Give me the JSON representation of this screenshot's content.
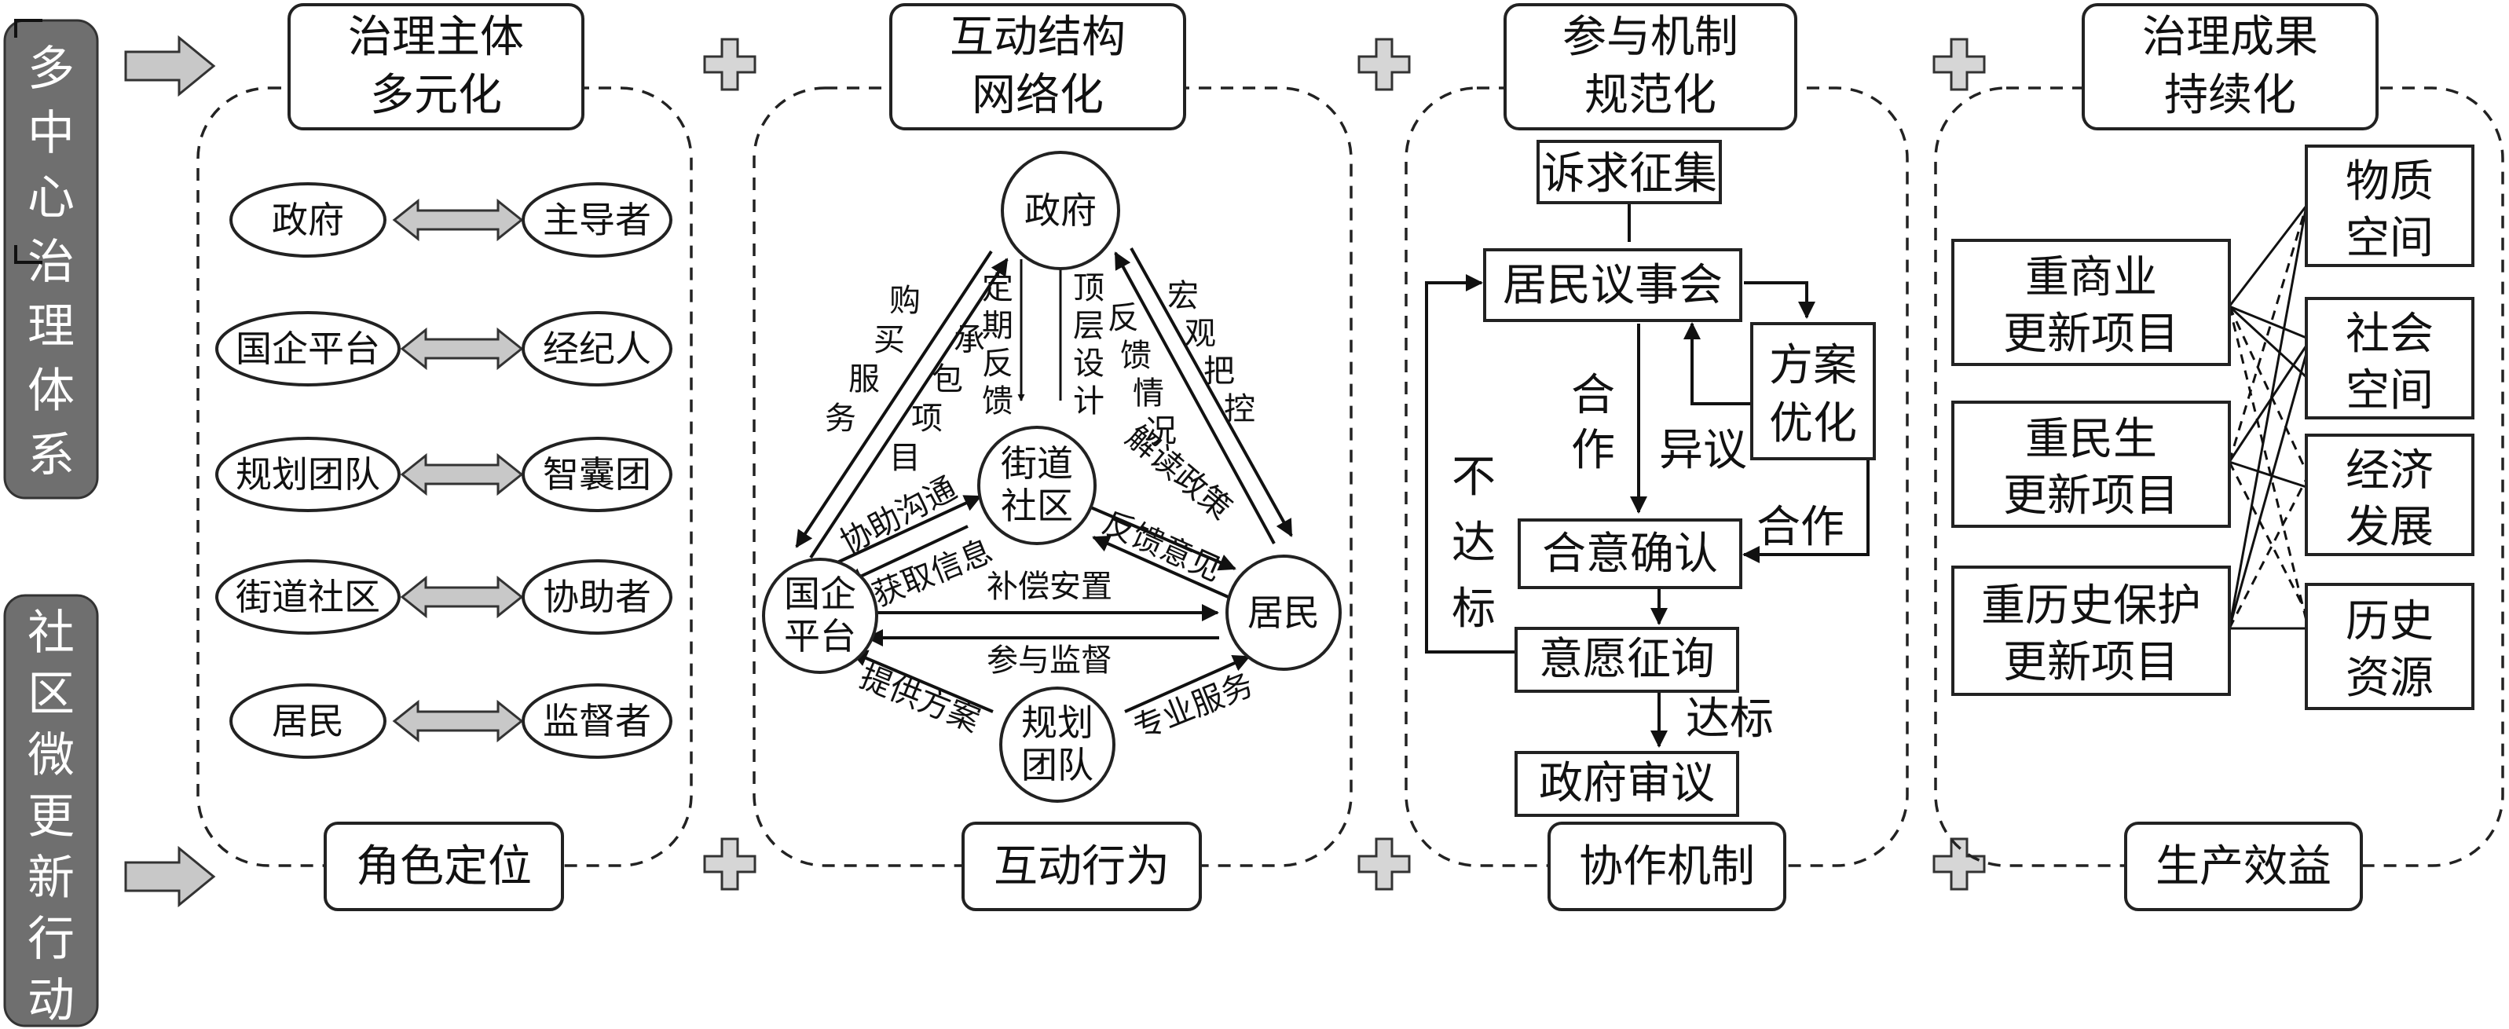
{
  "side_labels": {
    "top_chars": [
      "多",
      "中",
      "心",
      "治",
      "理",
      "体",
      "系"
    ],
    "bottom_chars": [
      "社",
      "区",
      "微",
      "更",
      "新",
      "行",
      "动"
    ]
  },
  "panel1": {
    "title_lines": [
      "治理主体",
      "多元化"
    ],
    "footer": "角色定位",
    "pairs": [
      {
        "actor": "政府",
        "role": "主导者"
      },
      {
        "actor": "国企平台",
        "role": "经纪人"
      },
      {
        "actor": "规划团队",
        "role": "智囊团"
      },
      {
        "actor": "街道社区",
        "role": "协助者"
      },
      {
        "actor": "居民",
        "role": "监督者"
      }
    ]
  },
  "panel2": {
    "title_lines": [
      "互动结构",
      "网络化"
    ],
    "footer": "互动行为",
    "nodes": {
      "gov": "政府",
      "street": [
        "街道",
        "社区"
      ],
      "soe": [
        "国企",
        "平台"
      ],
      "residents": "居民",
      "planning": [
        "规划",
        "团队"
      ]
    },
    "labels": {
      "buy_service": [
        "购",
        "买",
        "服",
        "务"
      ],
      "contract_project": [
        "承",
        "包",
        "项",
        "目"
      ],
      "periodic_feedback": [
        "定",
        "期",
        "反",
        "馈"
      ],
      "top_design": [
        "顶",
        "层",
        "设",
        "计"
      ],
      "feedback_status": [
        "反",
        "馈",
        "情",
        "况"
      ],
      "macro_control": [
        "宏",
        "观",
        "把",
        "控"
      ],
      "assist_comm": "协助沟通",
      "interpret_policy": "解读政策",
      "get_info": "获取信息",
      "feedback_opinion": "反馈意见",
      "compensation": "补偿安置",
      "supervision": "参与监督",
      "provide_plan": "提供方案",
      "pro_service": "专业服务"
    }
  },
  "panel3": {
    "title_lines": [
      "参与机制",
      "规范化"
    ],
    "footer": "协作机制",
    "steps": {
      "collect": "诉求征集",
      "council": "居民议事会",
      "optimize": [
        "方案",
        "优化"
      ],
      "confirm": "合意确认",
      "consult": "意愿征询",
      "review": "政府审议"
    },
    "labels": {
      "cooperate_left": [
        "合",
        "作"
      ],
      "objection": "异议",
      "cooperate_right": "合作",
      "not_met": [
        "不",
        "达",
        "标"
      ],
      "met": "达标"
    }
  },
  "panel4": {
    "title_lines": [
      "治理成果",
      "持续化"
    ],
    "footer": "生产效益",
    "projects": [
      [
        "重商业",
        "更新项目"
      ],
      [
        "重民生",
        "更新项目"
      ],
      [
        "重历史保护",
        "更新项目"
      ]
    ],
    "outcomes": [
      [
        "物质",
        "空间"
      ],
      [
        "社会",
        "空间"
      ],
      [
        "经济",
        "发展"
      ],
      [
        "历史",
        "资源"
      ]
    ]
  }
}
